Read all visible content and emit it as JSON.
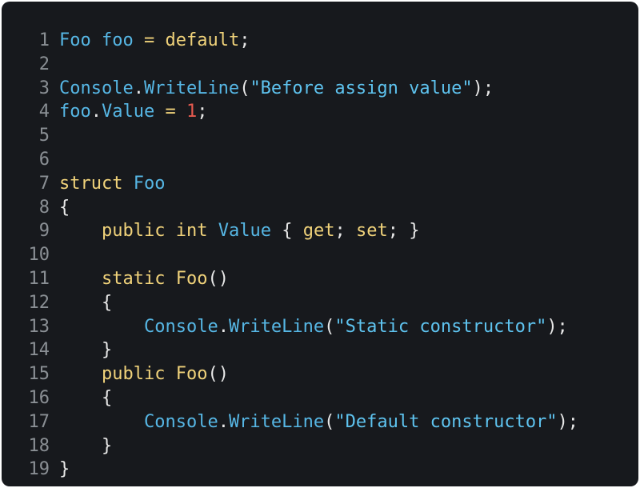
{
  "colors": {
    "background": "#17191d",
    "line_number": "#8a8f94",
    "type": "#56b6e4",
    "keyword": "#f0d27a",
    "string": "#5ec3ef",
    "number": "#e55a4f",
    "punctuation": "#e8e8e8"
  },
  "lines": [
    [
      {
        "t": "Foo",
        "c": "type"
      },
      {
        "t": " "
      },
      {
        "t": "foo",
        "c": "type"
      },
      {
        "t": " "
      },
      {
        "t": "=",
        "c": "kw"
      },
      {
        "t": " "
      },
      {
        "t": "default",
        "c": "kw"
      },
      {
        "t": ";"
      }
    ],
    [],
    [
      {
        "t": "Console",
        "c": "type"
      },
      {
        "t": "."
      },
      {
        "t": "WriteLine",
        "c": "type"
      },
      {
        "t": "("
      },
      {
        "t": "\"Before assign value\"",
        "c": "str"
      },
      {
        "t": ");"
      }
    ],
    [
      {
        "t": "foo",
        "c": "type"
      },
      {
        "t": "."
      },
      {
        "t": "Value",
        "c": "type"
      },
      {
        "t": " "
      },
      {
        "t": "=",
        "c": "kw"
      },
      {
        "t": " "
      },
      {
        "t": "1",
        "c": "num"
      },
      {
        "t": ";"
      }
    ],
    [],
    [],
    [
      {
        "t": "struct",
        "c": "kw"
      },
      {
        "t": " "
      },
      {
        "t": "Foo",
        "c": "type"
      }
    ],
    [
      {
        "t": "{"
      }
    ],
    [
      {
        "t": "    "
      },
      {
        "t": "public",
        "c": "kw"
      },
      {
        "t": " "
      },
      {
        "t": "int",
        "c": "kw"
      },
      {
        "t": " "
      },
      {
        "t": "Value",
        "c": "type"
      },
      {
        "t": " { "
      },
      {
        "t": "get",
        "c": "kw"
      },
      {
        "t": "; "
      },
      {
        "t": "set",
        "c": "kw"
      },
      {
        "t": "; }"
      }
    ],
    [],
    [
      {
        "t": "    "
      },
      {
        "t": "static",
        "c": "kw"
      },
      {
        "t": " "
      },
      {
        "t": "Foo",
        "c": "kw"
      },
      {
        "t": "()"
      }
    ],
    [
      {
        "t": "    {"
      }
    ],
    [
      {
        "t": "        "
      },
      {
        "t": "Console",
        "c": "type"
      },
      {
        "t": "."
      },
      {
        "t": "WriteLine",
        "c": "type"
      },
      {
        "t": "("
      },
      {
        "t": "\"Static constructor\"",
        "c": "str"
      },
      {
        "t": ");"
      }
    ],
    [
      {
        "t": "    }"
      }
    ],
    [
      {
        "t": "    "
      },
      {
        "t": "public",
        "c": "kw"
      },
      {
        "t": " "
      },
      {
        "t": "Foo",
        "c": "kw"
      },
      {
        "t": "()"
      }
    ],
    [
      {
        "t": "    {"
      }
    ],
    [
      {
        "t": "        "
      },
      {
        "t": "Console",
        "c": "type"
      },
      {
        "t": "."
      },
      {
        "t": "WriteLine",
        "c": "type"
      },
      {
        "t": "("
      },
      {
        "t": "\"Default constructor\"",
        "c": "str"
      },
      {
        "t": ");"
      }
    ],
    [
      {
        "t": "    }"
      }
    ],
    [
      {
        "t": "}"
      }
    ]
  ],
  "line_numbers": [
    "1",
    "2",
    "3",
    "4",
    "5",
    "6",
    "7",
    "8",
    "9",
    "10",
    "11",
    "12",
    "13",
    "14",
    "15",
    "16",
    "17",
    "18",
    "19"
  ]
}
